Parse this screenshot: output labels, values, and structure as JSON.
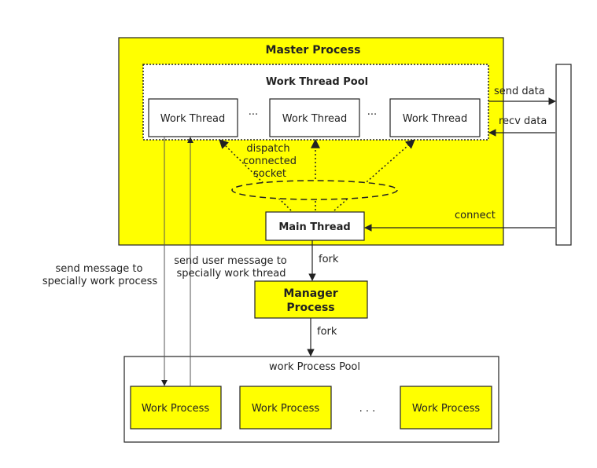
{
  "master": {
    "title": "Master Process",
    "pool_title": "Work Thread Pool",
    "threads": [
      "Work Thread",
      "Work Thread",
      "Work Thread"
    ],
    "ellipsis": "...",
    "dispatch_label": [
      "dispatch",
      "connected",
      "socket"
    ],
    "main_thread": "Main Thread"
  },
  "client": {
    "send_label": "send data",
    "recv_label": "recv data",
    "connect_label": "connect"
  },
  "manager": {
    "fork_top": "fork",
    "title_line1": "Manager",
    "title_line2": "Process",
    "fork_bottom": "fork"
  },
  "worker_pool": {
    "title": "work Process Pool",
    "processes": [
      "Work Process",
      "Work Process",
      "Work Process"
    ],
    "ellipsis": ". . ."
  },
  "messages": {
    "left_line1": "send message to",
    "left_line2": "specially work process",
    "right_line1": "send user message to",
    "right_line2": "specially work thread"
  },
  "colors": {
    "yellow": "#ffff00",
    "stroke": "#222222",
    "white": "#ffffff"
  }
}
